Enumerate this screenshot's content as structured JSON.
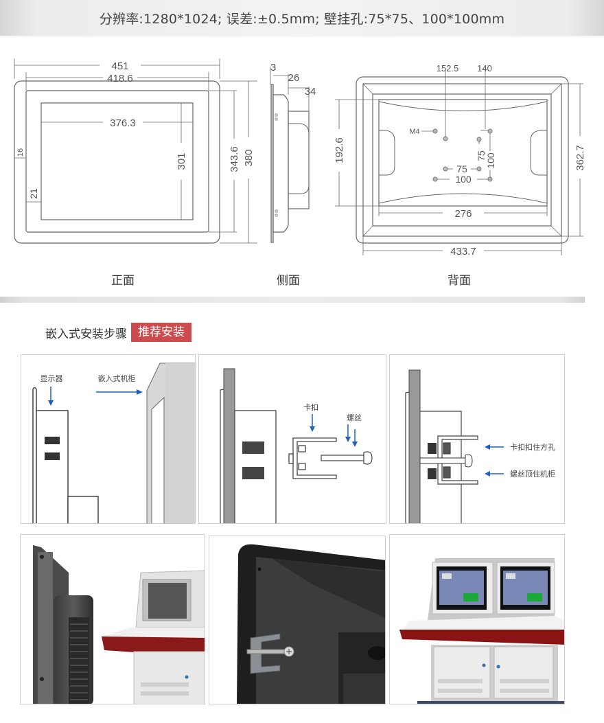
{
  "spec": {
    "text": "分辨率:1280*1024; 误差:±0.5mm; 壁挂孔:75*75、100*100mm"
  },
  "dimensions": {
    "front": {
      "label": "正面",
      "outer_width": "451",
      "bezel_width": "418.6",
      "screen_width": "376.3",
      "screen_height": "301",
      "bezel_height": "343.6",
      "outer_height": "380",
      "side_margin": "16",
      "bottom_margin": "21"
    },
    "side": {
      "label": "侧面",
      "panel_thickness": "3",
      "body_depth": "26",
      "total_depth": "34"
    },
    "back": {
      "label": "背面",
      "hole_offset_left": "152.5",
      "hole_offset_right": "140",
      "screw_label": "M4",
      "vesa_small_h": "75",
      "vesa_large_h": "100",
      "vesa_small_v": "75",
      "vesa_large_v": "100",
      "inner_height": "192.6",
      "total_height": "362.7",
      "inner_width": "276",
      "total_width": "433.7"
    }
  },
  "install": {
    "title": "嵌入式安装步骤",
    "tag": "推荐安装",
    "tag_color": "#cc4b4f",
    "arrow_color": "#1f5fbf",
    "steps": [
      {
        "labels": [
          "显示器",
          "嵌入式机柜"
        ]
      },
      {
        "labels": [
          "卡扣",
          "螺丝"
        ]
      },
      {
        "labels": [
          "卡扣扣住方孔",
          "螺丝顶住机柜"
        ]
      }
    ],
    "photos": [
      {
        "subject": "monitor-side-photo"
      },
      {
        "subject": "bracket-screw-closeup-photo"
      },
      {
        "subject": "console-cabinet-photo"
      }
    ]
  }
}
